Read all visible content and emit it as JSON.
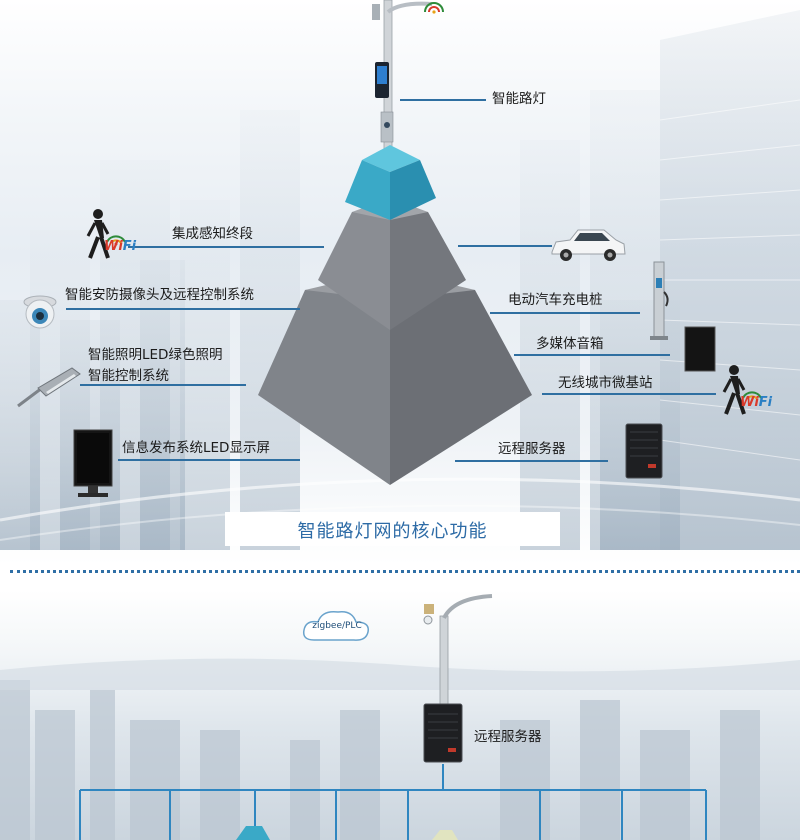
{
  "diagram": {
    "labels": {
      "streetlight": "智能路灯",
      "terminal": "集成感知终段",
      "ev_charging": "电动汽车充电桩",
      "camera": "智能安防摄像头及远程控制系统",
      "multimedia": "多媒体音箱",
      "lighting_1": "智能照明LED绿色照明",
      "lighting_2": "智能控制系统",
      "wireless": "无线城市微基站",
      "info_screen": "信息发布系统LED显示屏",
      "server": "远程服务器"
    },
    "title": "智能路灯网的核心功能",
    "wifi_text": "Fi",
    "wifi_prefix": "Wi"
  },
  "network": {
    "cloud_label": "zigbee/PLC",
    "server_label": "远程服务器"
  },
  "colors": {
    "line_blue": "#2f6fa1",
    "title_blue": "#2d6ba6",
    "pyramid_top": "#37a6c4",
    "pyramid_gray": "#7c7e84"
  }
}
